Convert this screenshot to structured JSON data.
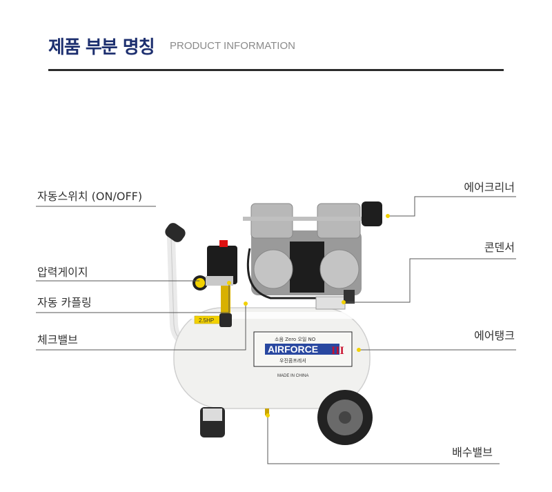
{
  "header": {
    "title": "제품 부분 명칭",
    "subtitle": "PRODUCT INFORMATION"
  },
  "parts": {
    "auto_switch": "자동스위치 (ON/OFF)",
    "pressure_gauge": "압력게이지",
    "auto_coupling": "자동 카플링",
    "check_valve": "체크밸브",
    "air_cleaner": "에어크리너",
    "condenser": "콘덴서",
    "air_tank": "에어탱크",
    "drain_valve": "배수밸브"
  },
  "product": {
    "brand_top": "소음 Zero 오일 NO",
    "brand_name": "AIRFORCE",
    "brand_mark": "III",
    "maker": "우진콤프레셔",
    "origin": "MADE IN CHINA",
    "power_tag": "2.5HP"
  },
  "colors": {
    "title": "#1d2f6f",
    "leader": "#555555",
    "dot": "#f2d100",
    "tank": "#f1f1ef"
  }
}
